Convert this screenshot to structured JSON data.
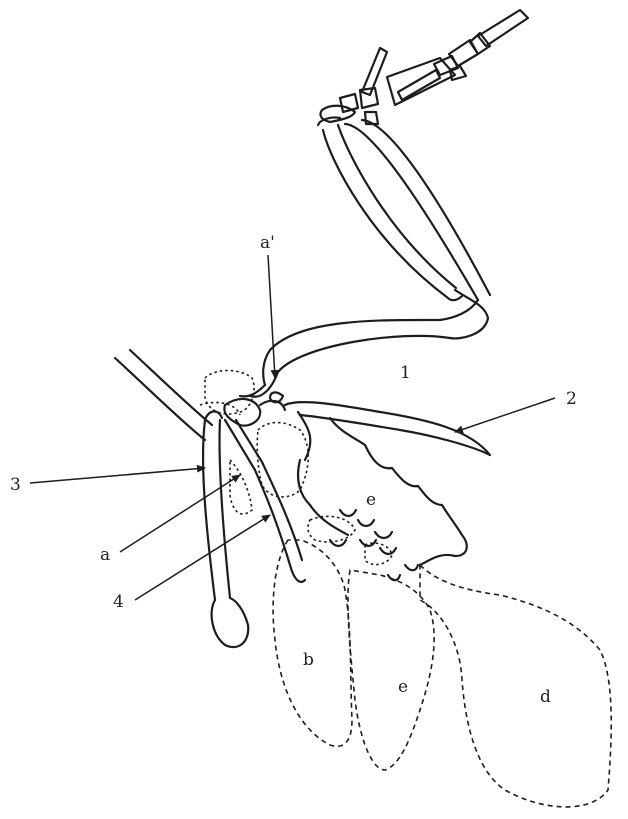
{
  "labels": {
    "a_prime": "a'",
    "one": "1",
    "two": "2",
    "three": "3",
    "a": "a",
    "four": "4",
    "e_upper": "e",
    "b": "b",
    "e_lower": "e",
    "d": "d"
  }
}
